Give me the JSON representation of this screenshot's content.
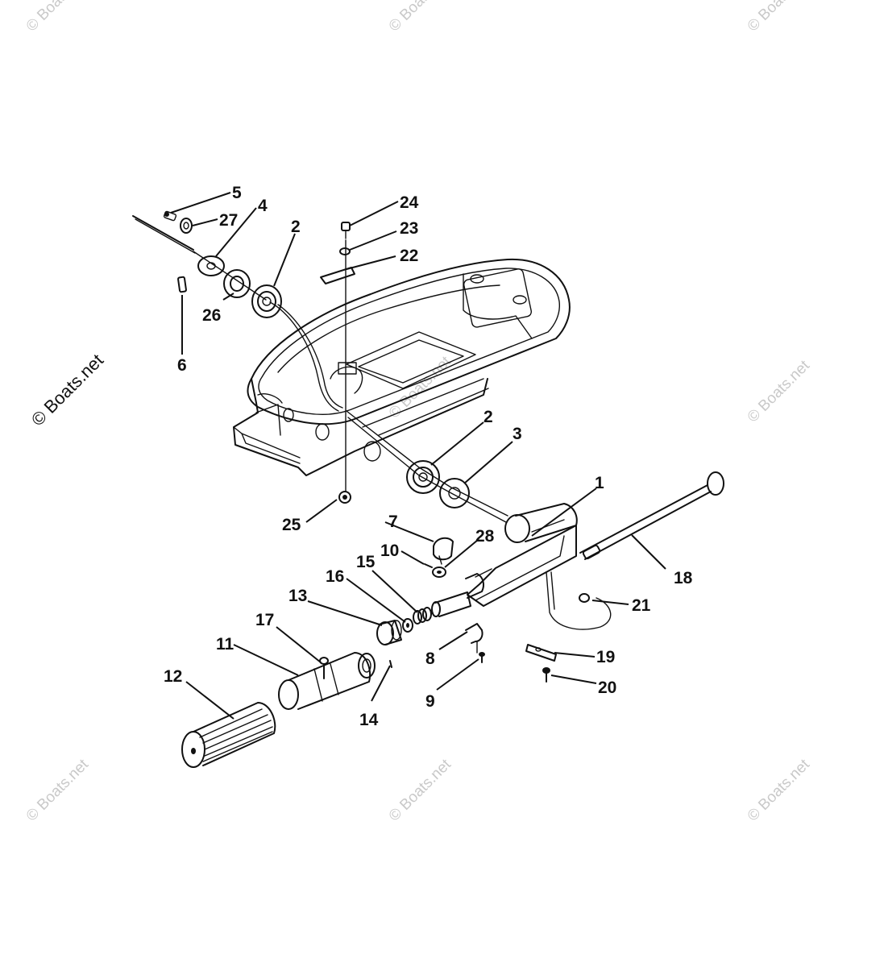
{
  "watermark": {
    "text": "© Boats.net"
  },
  "callouts": [
    "1",
    "2",
    "2",
    "3",
    "4",
    "5",
    "6",
    "7",
    "8",
    "9",
    "10",
    "11",
    "12",
    "13",
    "14",
    "15",
    "16",
    "17",
    "18",
    "19",
    "20",
    "21",
    "22",
    "23",
    "24",
    "25",
    "26",
    "27",
    "28"
  ]
}
